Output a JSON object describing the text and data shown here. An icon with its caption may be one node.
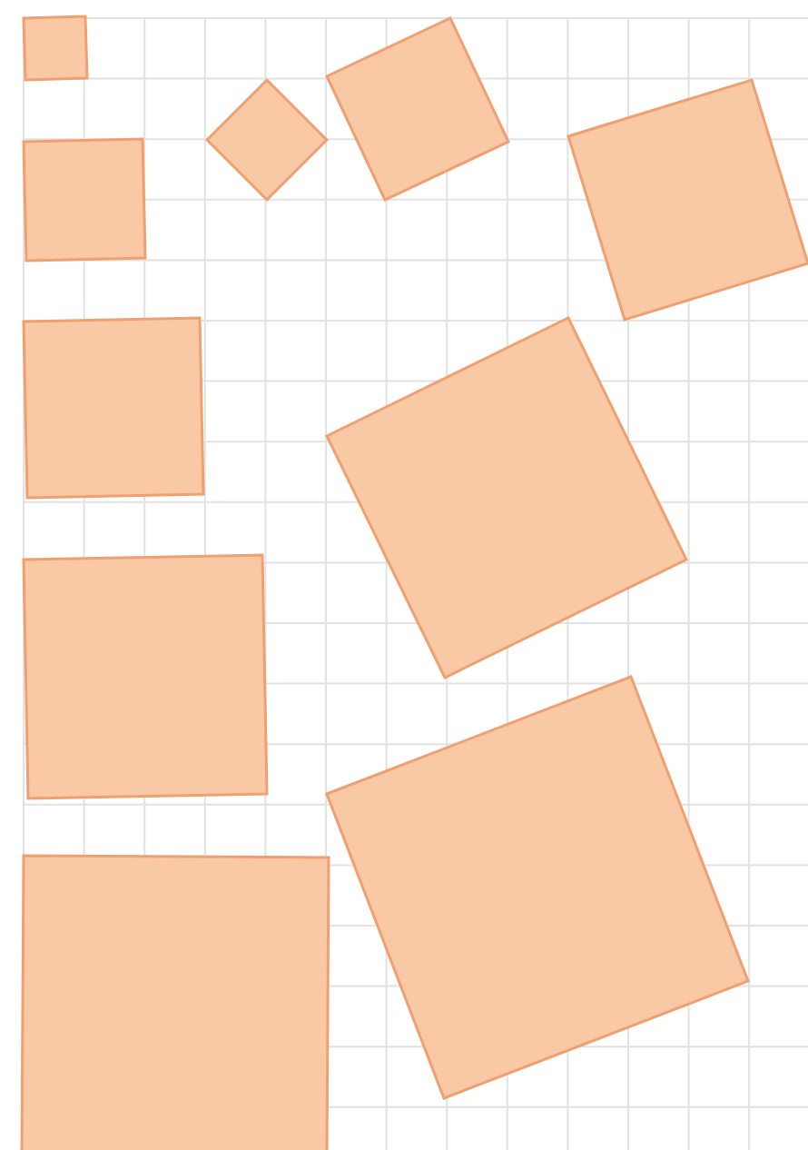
{
  "diagram": {
    "nodes": [
      {
        "text": [],
        "shape": "box"
      },
      {
        "text": [],
        "shape": "diamond"
      },
      {
        "text": [],
        "shape": "box"
      },
      {
        "text": [],
        "shape": "box"
      },
      {
        "text": [],
        "shape": "box"
      },
      {
        "text": [],
        "shape": "box"
      },
      {
        "text": [],
        "shape": "box"
      },
      {
        "text": [],
        "shape": "box"
      },
      {
        "text": [],
        "shape": "box"
      },
      {
        "text": [],
        "shape": "box"
      }
    ]
  }
}
